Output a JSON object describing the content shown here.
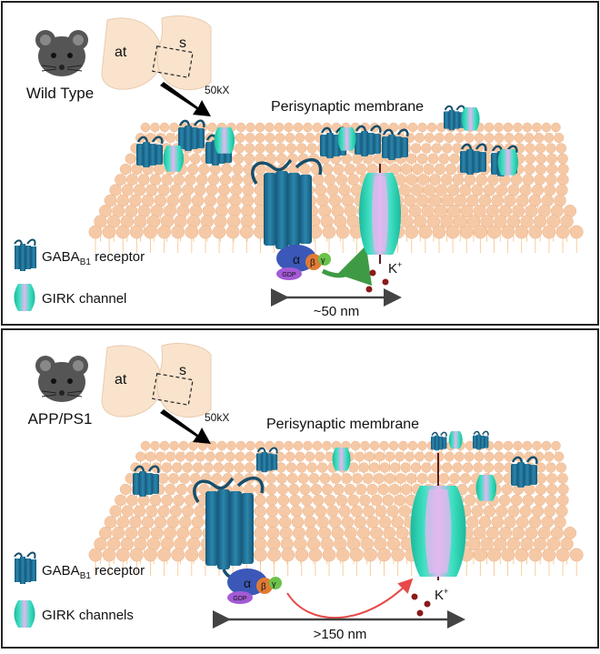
{
  "panels": [
    {
      "id": "wild-type",
      "genotype": "Wild Type",
      "terminal_label": "at",
      "spine_label": "s",
      "magnification": "50kX",
      "membrane_title": "Perisynaptic membrane",
      "alpha": "α",
      "beta": "β",
      "gamma": "γ",
      "gdp": "GDP",
      "ion": "K",
      "ion_charge": "+",
      "distance": "~50 nm",
      "legend_receptor_main": "GABA",
      "legend_receptor_sub": "B1",
      "legend_receptor_suffix": " receptor",
      "legend_channel": "GIRK channel"
    },
    {
      "id": "app-ps1",
      "genotype": "APP/PS1",
      "terminal_label": "at",
      "spine_label": "s",
      "magnification": "50kX",
      "membrane_title": "Perisynaptic membrane",
      "alpha": "α",
      "beta": "β",
      "gamma": "γ",
      "gdp": "GDP",
      "ion": "K",
      "ion_charge": "+",
      "distance": ">150 nm",
      "legend_receptor_main": "GABA",
      "legend_receptor_sub": "B1",
      "legend_receptor_suffix": " receptor",
      "legend_channel": "GIRK channels"
    }
  ],
  "colors": {
    "frame": "#222222",
    "lipid_head": "#f6c9a6",
    "lipid_tail": "#f3a24a",
    "receptor": "#1f6f92",
    "channel_outer": "#2fd6b7",
    "channel_inner": "#d8a6e8",
    "alpha": "#3b58b8",
    "beta": "#e07b35",
    "gamma": "#6cc24a",
    "gdp": "#a35ad6",
    "ion": "#8b1a1a",
    "arrow_wt": "#3f9a45",
    "arrow_ad": "#e84848",
    "neuron": "#f9e3cc",
    "mouse": "#555555"
  }
}
